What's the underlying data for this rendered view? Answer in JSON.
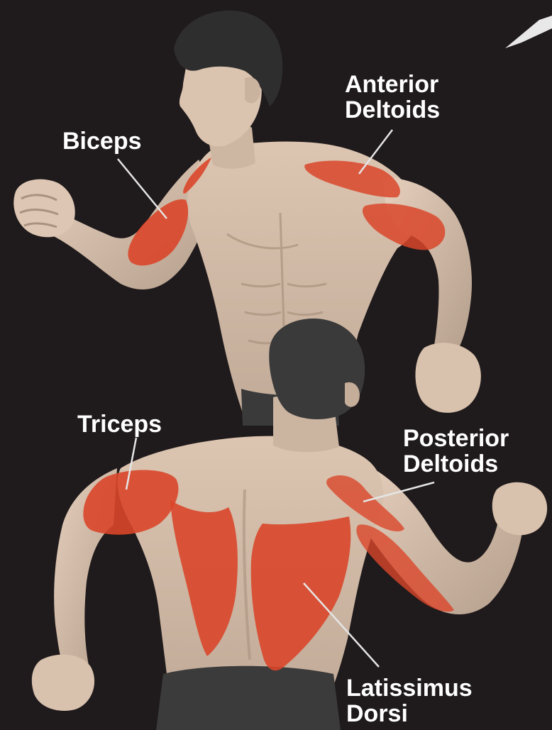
{
  "labels": {
    "anterior_deltoids": [
      "Anterior",
      "Deltoids"
    ],
    "biceps": [
      "Biceps"
    ],
    "triceps": [
      "Triceps"
    ],
    "posterior_deltoids": [
      "Posterior",
      "Deltoids"
    ],
    "latissimus_dorsi": [
      "Latissimus",
      "Dorsi"
    ]
  },
  "colors": {
    "background": "#1f1a1b",
    "skin": "#d9c2ae",
    "skin_shadow": "#b39d8b",
    "hair": "#2e2e2e",
    "muscle_highlight": "#d9462a",
    "shorts": "#3a3a3a",
    "label_text": "#ffffff",
    "leader_line": "#e5e5e5"
  }
}
